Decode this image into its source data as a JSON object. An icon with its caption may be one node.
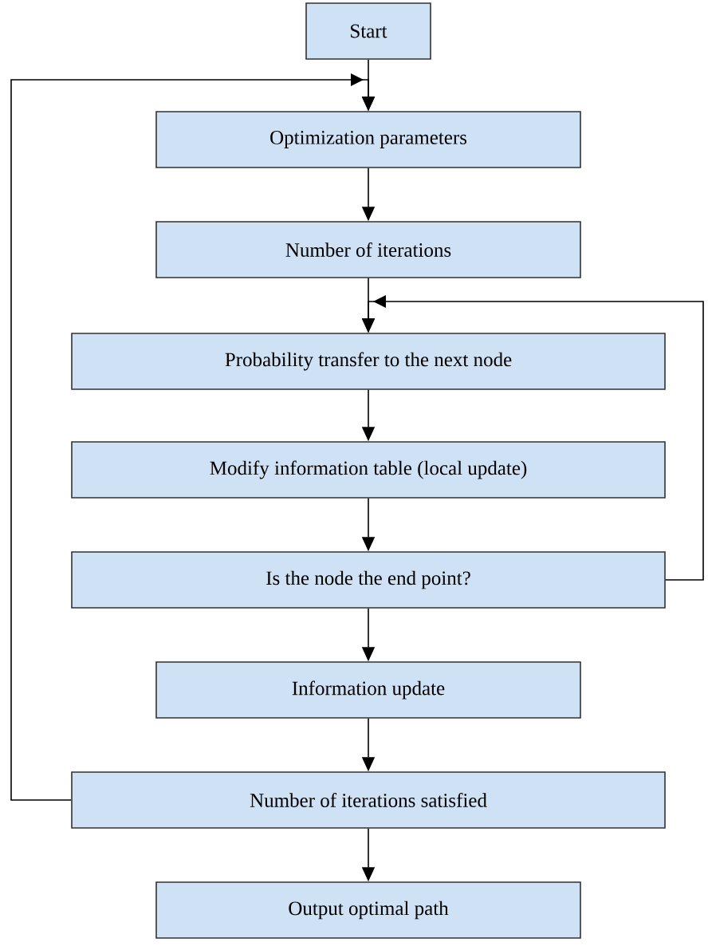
{
  "diagram": {
    "nodes": [
      {
        "text": [
          "Start"
        ]
      },
      {
        "text": [
          "Optimization parameters"
        ]
      },
      {
        "text": [
          "Number of iterations"
        ]
      },
      {
        "text": [
          "Probability transfer to the next node"
        ]
      },
      {
        "text": [
          "Modify information table (local update)"
        ]
      },
      {
        "text": [
          "Is the node the end point?"
        ]
      },
      {
        "text": [
          "Information update"
        ]
      },
      {
        "text": [
          "Number of iterations satisfied"
        ]
      },
      {
        "text": [
          "Output optimal path"
        ]
      }
    ],
    "edges": [
      {
        "from": 0,
        "to": 1,
        "arrow": "to"
      },
      {
        "from": 1,
        "to": 2,
        "arrow": "to"
      },
      {
        "from": 2,
        "to": 3,
        "arrow": "to"
      },
      {
        "from": 3,
        "to": 4,
        "arrow": "to"
      },
      {
        "from": 4,
        "to": 5,
        "arrow": "to"
      },
      {
        "from": 5,
        "to": 6,
        "arrow": "to"
      },
      {
        "from": 6,
        "to": 7,
        "arrow": "to"
      },
      {
        "from": 7,
        "to": 8,
        "arrow": "to"
      },
      {
        "from": 5,
        "to": 3,
        "arrow": "to"
      },
      {
        "from": 7,
        "to": 1,
        "arrow": "to"
      }
    ]
  }
}
